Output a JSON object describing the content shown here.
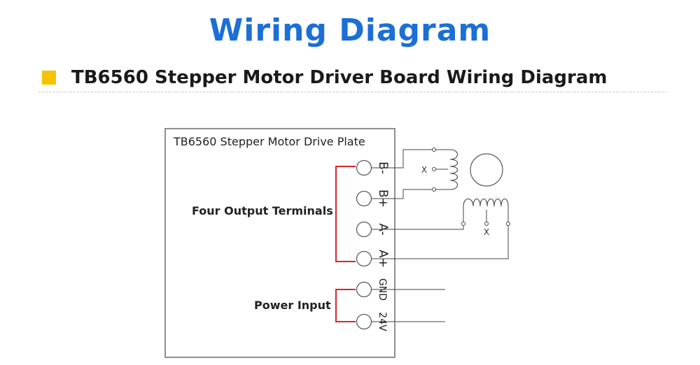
{
  "page": {
    "title": "Wiring Diagram",
    "section_title": "TB6560 Stepper Motor Driver Board Wiring Diagram"
  },
  "colors": {
    "title": "#1b6fd6",
    "marker": "#f5c400",
    "bracket": "#d8252b",
    "line": "#444444",
    "box_border": "#555555"
  },
  "diagram": {
    "board_label": "TB6560 Stepper Motor Drive Plate",
    "output_group_label": "Four Output Terminals",
    "power_group_label": "Power Input",
    "terminals": [
      {
        "label": "B-"
      },
      {
        "label": "B+"
      },
      {
        "label": "A-"
      },
      {
        "label": "A+"
      },
      {
        "label": "GND"
      },
      {
        "label": "24V"
      }
    ],
    "center_tap_label": "X"
  }
}
